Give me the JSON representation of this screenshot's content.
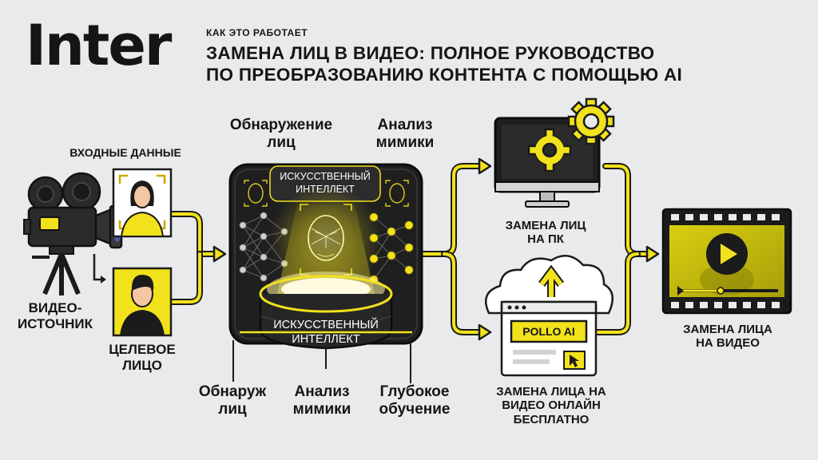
{
  "brand": {
    "logo": "Inter"
  },
  "header": {
    "kicker": "КАК ЭТО РАБОТАЕТ",
    "title_line1": "ЗАМЕНА ЛИЦ В ВИДЕО: ПОЛНОЕ РУКОВОДСТВО",
    "title_line2": "ПО ПРЕОБРАЗОВАНИЮ КОНТЕНТА С ПОМОЩЬЮ AI"
  },
  "inputs": {
    "input_data": "ВХОДНЫЕ ДАННЫЕ",
    "video_source_l1": "ВИДЕО-",
    "video_source_l2": "ИСТОЧНИК",
    "target_face_l1": "ЦЕЛЕВОЕ",
    "target_face_l2": "ЛИЦО"
  },
  "ai_core": {
    "face_detection_top_l1": "Обнаружение",
    "face_detection_top_l2": "лиц",
    "expression_analysis_top_l1": "Анализ",
    "expression_analysis_top_l2": "мимики",
    "ai_label_top_l1": "ИСКУССТВЕННЫЙ",
    "ai_label_top_l2": "ИНТЕЛЛЕКТ",
    "ai_label_bottom_l1": "ИСКУССТВЕННЫЙ",
    "ai_label_bottom_l2": "ИНТЕЛЛЕКТ",
    "face_detection_bottom_l1": "Обнаруж",
    "face_detection_bottom_l2": "лиц",
    "expression_analysis_bottom_l1": "Анализ",
    "expression_analysis_bottom_l2": "мимики",
    "deep_learning_l1": "Глубокое",
    "deep_learning_l2": "обучение"
  },
  "outputs": {
    "pc_swap_l1": "ЗАМЕНА ЛИЦ",
    "pc_swap_l2": "НА ПК",
    "online_swap_l1": "ЗАМЕНА ЛИЦА НА",
    "online_swap_l2": "ВИДЕО ОНЛАЙН",
    "online_swap_l3": "БЕСПЛАТНО",
    "pollo_button": "POLLO AI",
    "video_result_l1": "ЗАМЕНА ЛИЦА",
    "video_result_l2": "НА ВИДЕО"
  },
  "colors": {
    "accent_yellow": "#f2e21b",
    "dark": "#1b1b1b",
    "background": "#e9eaec"
  }
}
